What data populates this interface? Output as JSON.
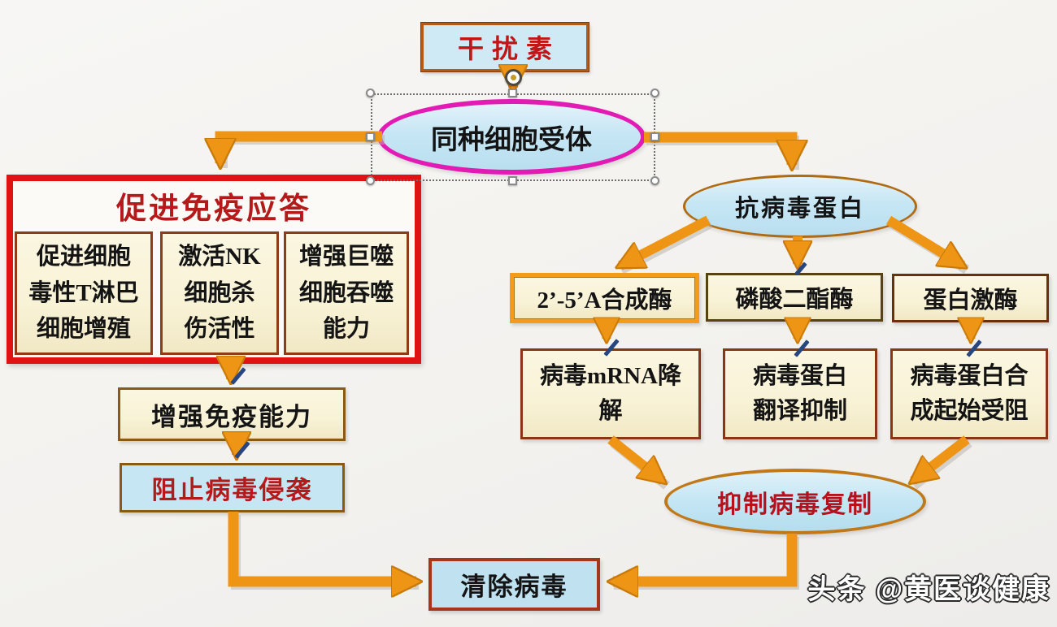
{
  "nodes": {
    "interferon": "干扰素",
    "receptor": "同种细胞受体",
    "immune_group_title": "促进免疫应答",
    "immune_items": [
      "促进细胞\n毒性T淋巴\n细胞增殖",
      "激活NK\n细胞杀\n伤活性",
      "增强巨噬\n细胞吞噬\n能力"
    ],
    "immunity": "增强免疫能力",
    "block_virus": "阻止病毒侵袭",
    "antiviral_protein": "抗病毒蛋白",
    "enzymes": [
      "2’-5’A合成酶",
      "磷酸二酯酶",
      "蛋白激酶"
    ],
    "effects": [
      "病毒mRNA降\n解",
      "病毒蛋白\n翻译抑制",
      "病毒蛋白合\n成起始受阻"
    ],
    "inhibit_replication": "抑制病毒复制",
    "clear_virus": "清除病毒"
  },
  "watermark": "头条 @黄医谈健康",
  "colors": {
    "arrow_orange": "#ef9516",
    "selection_magenta": "#e31bb5",
    "node_blue_fill": "#c6e6f4",
    "node_cream_fill": "#f8f2d6",
    "emphasis_red": "#c01616",
    "group_border_red": "#e01212",
    "connector_slash_blue": "#27457e"
  }
}
